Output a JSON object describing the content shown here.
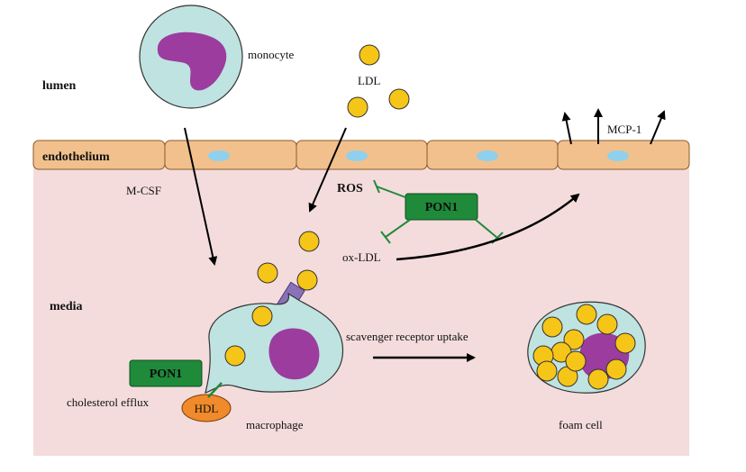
{
  "labels": {
    "monocyte": "monocyte",
    "lumen": "lumen",
    "ldl": "LDL",
    "mcp1": "MCP-1",
    "endothelium": "endothelium",
    "mcsf": "M-CSF",
    "ros": "ROS",
    "pon1_top": "PON1",
    "ox_ldl": "ox-LDL",
    "media": "media",
    "scavenger": "scavenger receptor uptake",
    "pon1_bottom": "PON1",
    "cholesterol_efflux": "cholesterol efflux",
    "hdl": "HDL",
    "macrophage": "macrophage",
    "foam_cell": "foam cell"
  },
  "colors": {
    "media_bg": "#f4dcdc",
    "endothelium_fill": "#f2c08c",
    "nucleus_oval": "#8fd0ee",
    "cell_body": "#bfe3e0",
    "nucleus": "#9b3c9e",
    "lipid": "#f5c518",
    "pon1": "#1f8a3a",
    "hdl": "#f08a2a",
    "receptor": "#8a72b8",
    "inhibit": "#1f8a3a"
  }
}
